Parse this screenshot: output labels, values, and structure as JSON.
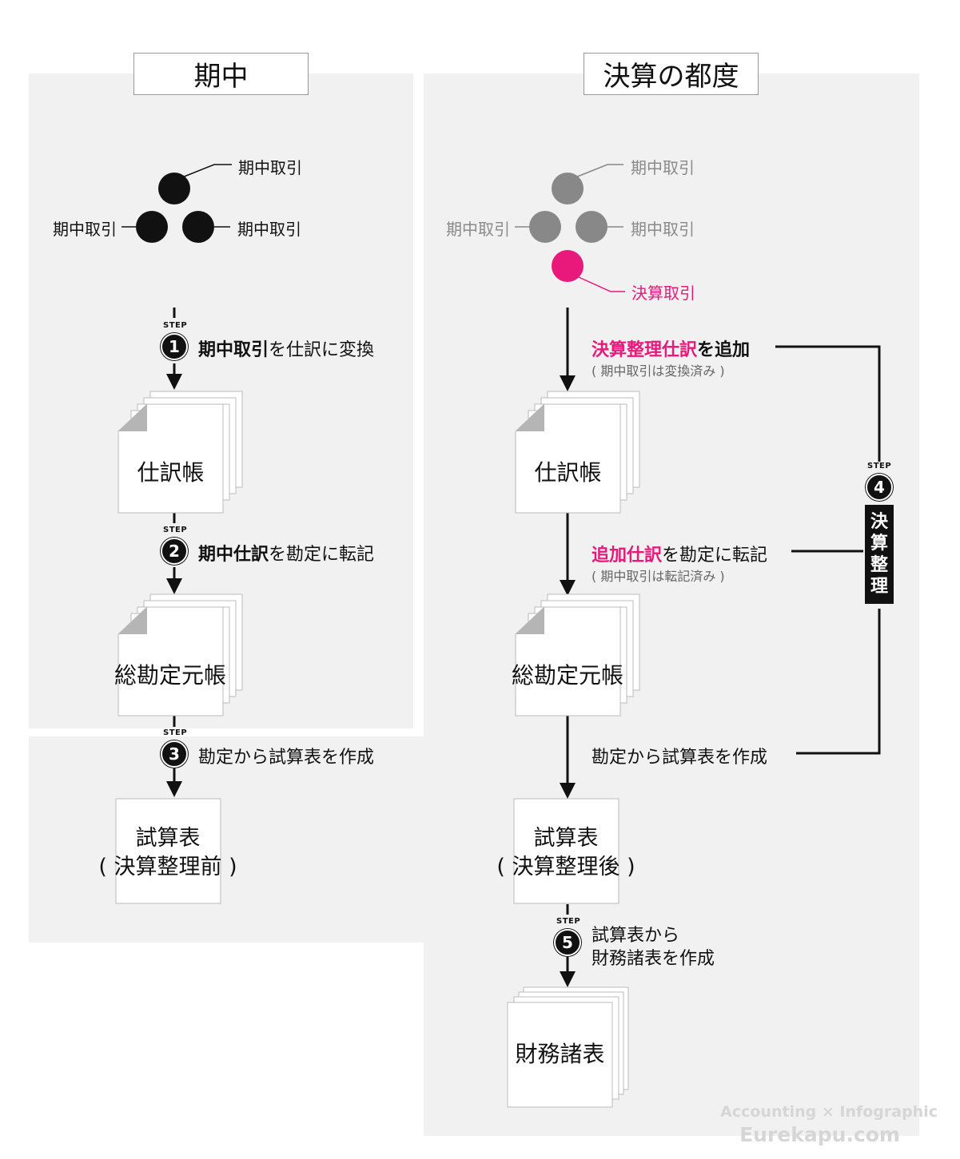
{
  "left": {
    "title": "期中",
    "dots": {
      "top": "期中取引",
      "left": "期中取引",
      "right": "期中取引"
    },
    "step1": {
      "num": "1",
      "bold": "期中取引",
      "text": "を仕訳に変換"
    },
    "doc_journal": "仕訳帳",
    "step2": {
      "num": "2",
      "bold": "期中仕訳",
      "text": "を勘定に転記"
    },
    "doc_ledger": "総勘定元帳",
    "step3": {
      "num": "3",
      "text": "勘定から試算表を作成"
    },
    "trial_balance": {
      "line1": "試算表",
      "line2": "( 決算整理前 )"
    }
  },
  "right": {
    "title": "決算の都度",
    "dots": {
      "top": "期中取引",
      "left": "期中取引",
      "right": "期中取引",
      "pink": "決算取引"
    },
    "add_entry": {
      "pink": "決算整理仕訳",
      "text": "を追加",
      "note": "( 期中取引は変換済み )"
    },
    "doc_journal": "仕訳帳",
    "post_entry": {
      "pink": "追加仕訳",
      "text": "を勘定に転記",
      "note": "( 期中取引は転記済み )"
    },
    "doc_ledger": "総勘定元帳",
    "make_tb": "勘定から試算表を作成",
    "trial_balance": {
      "line1": "試算表",
      "line2": "( 決算整理後 )"
    },
    "step5": {
      "num": "5",
      "line1": "試算表から",
      "line2": "財務諸表を作成"
    },
    "doc_fs": "財務諸表",
    "step4": {
      "num": "4",
      "badge": [
        "決",
        "算",
        "整",
        "理"
      ]
    }
  },
  "step_tag": "STEP",
  "watermark": {
    "line1": "Accounting × Infographic",
    "line2": "Eurekapu.com"
  },
  "colors": {
    "accent": "#e8197a",
    "panel": "#f1f1f1",
    "gray_dot": "#888888"
  }
}
